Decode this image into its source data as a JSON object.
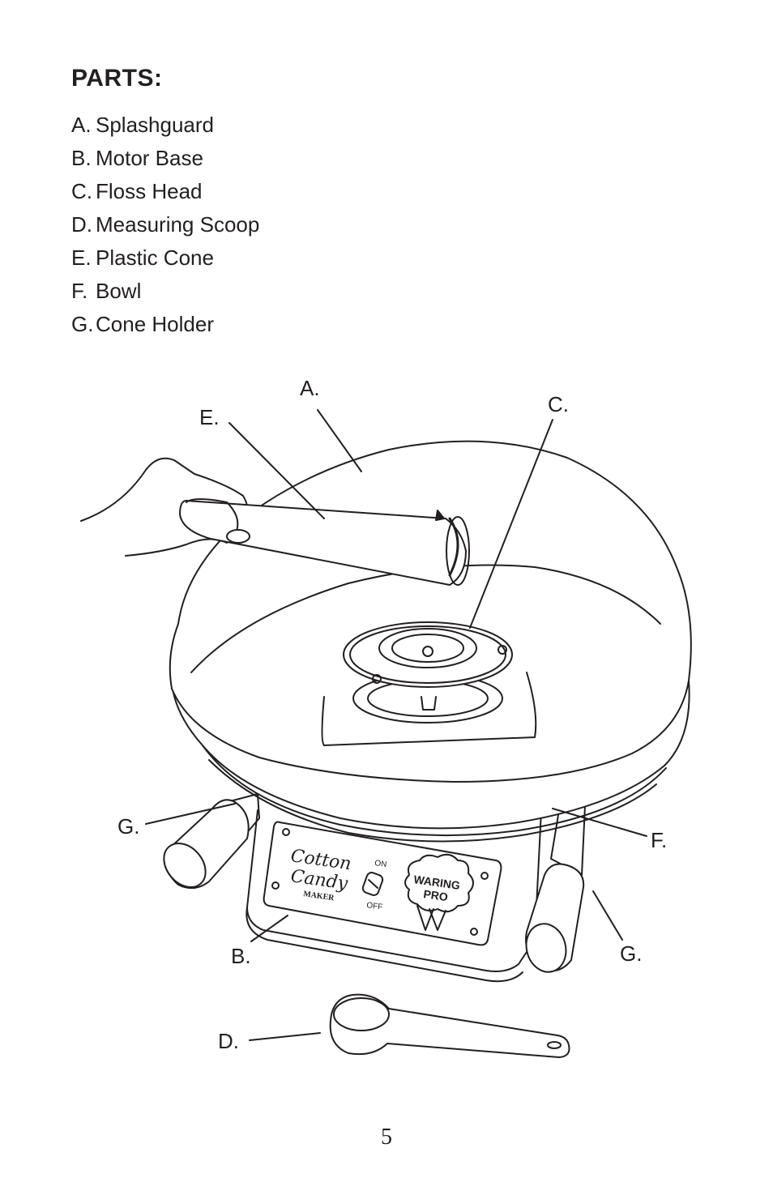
{
  "heading": "PARTS:",
  "parts": [
    {
      "letter": "A.",
      "name": "Splashguard"
    },
    {
      "letter": "B.",
      "name": "Motor Base"
    },
    {
      "letter": "C.",
      "name": "Floss Head"
    },
    {
      "letter": "D.",
      "name": "Measuring Scoop"
    },
    {
      "letter": "E.",
      "name": "Plastic Cone"
    },
    {
      "letter": "F.",
      "name": "Bowl"
    },
    {
      "letter": "G.",
      "name": "Cone Holder"
    }
  ],
  "callouts": {
    "a": "A.",
    "b": "B.",
    "c": "C.",
    "d": "D.",
    "e": "E.",
    "f": "F.",
    "g_left": "G.",
    "g_right": "G."
  },
  "panel": {
    "logo_line1": "Cotton",
    "logo_line2": "Candy",
    "logo_line3": "MAKER",
    "switch_on": "ON",
    "switch_off": "OFF",
    "brand_line1": "WARING",
    "brand_line2": "PRO"
  },
  "page_number": "5"
}
